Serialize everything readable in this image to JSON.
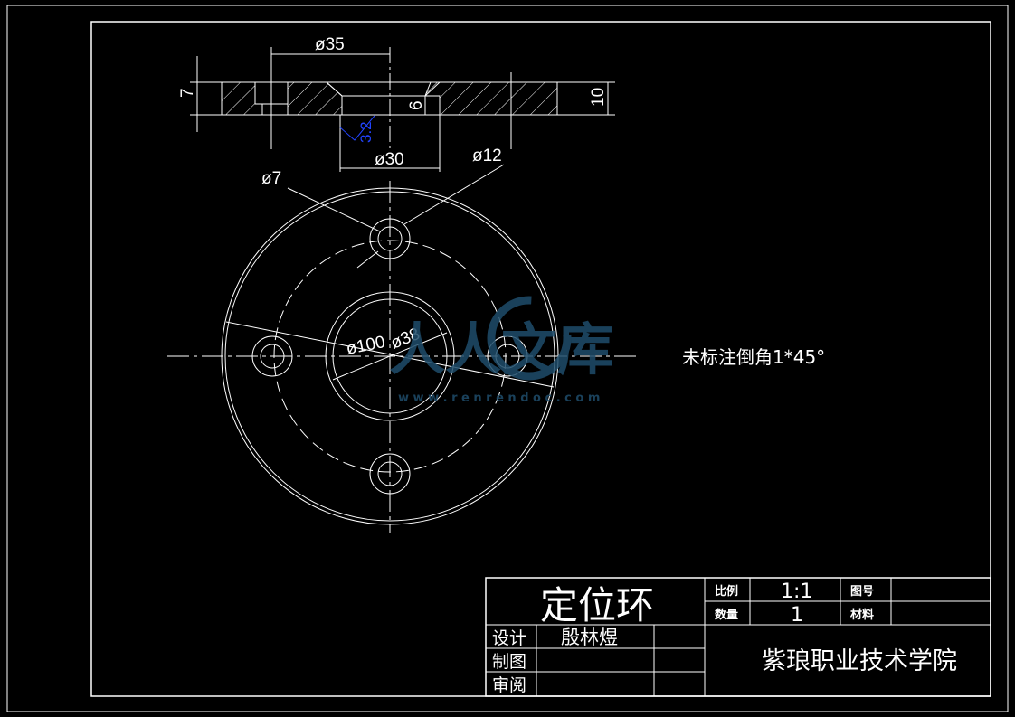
{
  "drawing": {
    "note": "未标注倒角1*45°",
    "dimensions": {
      "d35": "ø35",
      "d30": "ø30",
      "d12": "ø12",
      "d7": "ø7",
      "d100": "ø100",
      "d38": "ø38",
      "h7": "7",
      "h6": "6",
      "h10": "10",
      "roughness": "3.2"
    },
    "watermark": {
      "text": "人人文库",
      "url": "w w w . r e n r e n d o c . c o m"
    },
    "colors": {
      "background": "#000000",
      "lines": "#ffffff",
      "roughness": "#2244ff",
      "watermark": "#1f4d6b"
    }
  },
  "title_block": {
    "part_name": "定位环",
    "scale_label": "比例",
    "scale_value": "1:1",
    "drawing_no_label": "图号",
    "drawing_no_value": "",
    "quantity_label": "数量",
    "quantity_value": "1",
    "material_label": "材料",
    "material_value": "",
    "design_label": "设计",
    "designer": "殷林煜",
    "drafting_label": "制图",
    "drafter": "",
    "review_label": "审阅",
    "reviewer": "",
    "school": "紫琅职业技术学院"
  }
}
